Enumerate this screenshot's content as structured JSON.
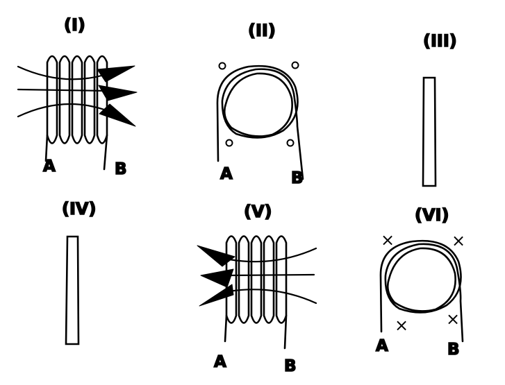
{
  "panels": [
    {
      "id": "I",
      "label": "(I)",
      "terminals": [
        "A",
        "B"
      ]
    },
    {
      "id": "II",
      "label": "(II)",
      "terminals": [
        "A",
        "B"
      ]
    },
    {
      "id": "III",
      "label": "(III)"
    },
    {
      "id": "IV",
      "label": "(IV)"
    },
    {
      "id": "V",
      "label": "(V)",
      "terminals": [
        "A",
        "B"
      ]
    },
    {
      "id": "VI",
      "label": "(VI)",
      "terminals": [
        "A",
        "B"
      ]
    }
  ],
  "symbols": {
    "cross_mark": "×"
  }
}
